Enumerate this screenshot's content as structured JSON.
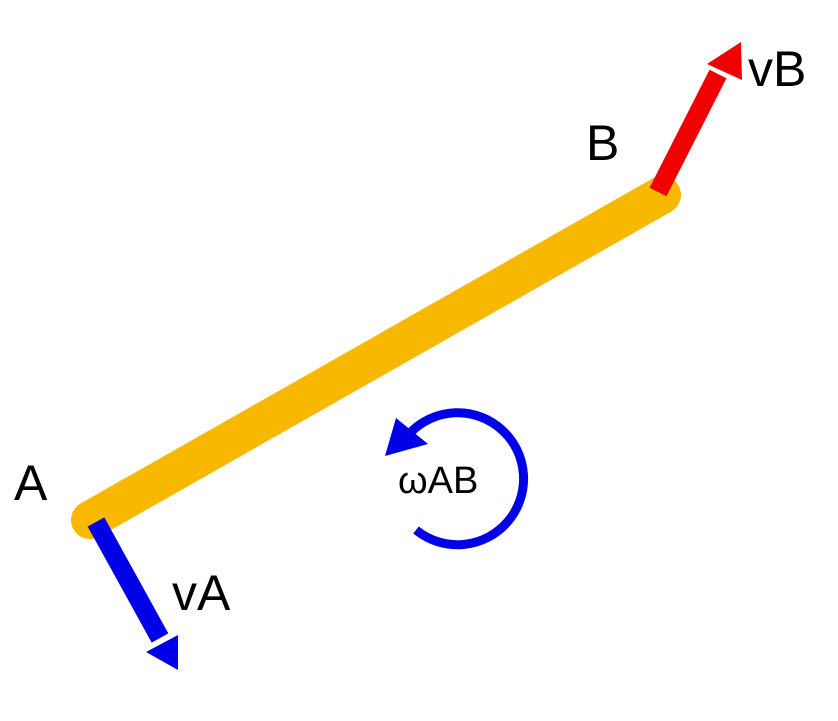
{
  "diagram": {
    "labels": {
      "point_a": "A",
      "point_b": "B",
      "velocity_a": "vA",
      "velocity_b": "vB",
      "angular_velocity": "ωAB"
    },
    "colors": {
      "bar": "#F8B800",
      "velocity_a": "#0000E6",
      "velocity_b": "#F00000",
      "angular_velocity": "#0000E6",
      "text": "#000000",
      "background": "#FFFFFF"
    },
    "rotation_direction": "counter-clockwise"
  }
}
